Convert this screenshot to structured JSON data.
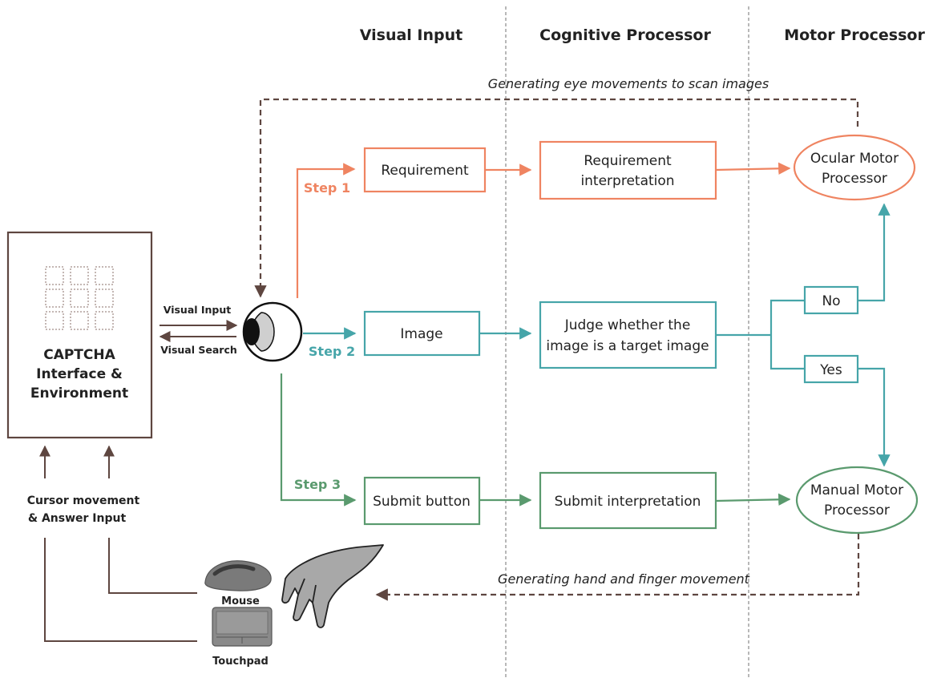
{
  "columns": {
    "visual_input": "Visual Input",
    "cognitive": "Cognitive Processor",
    "motor": "Motor Processor"
  },
  "annotations": {
    "eye_movements": "Generating eye movements to scan images",
    "hand_movement": "Generating hand and finger movement"
  },
  "captcha": {
    "line1": "CAPTCHA",
    "line2": "Interface &",
    "line3": "Environment"
  },
  "visual_link": {
    "input": "Visual Input",
    "search": "Visual Search"
  },
  "steps": {
    "step1": "Step 1",
    "step2": "Step 2",
    "step3": "Step 3"
  },
  "boxes": {
    "requirement": "Requirement",
    "requirement_interp_1": "Requirement",
    "requirement_interp_2": "interpretation",
    "image": "Image",
    "judge_1": "Judge whether the",
    "judge_2": "image is a target image",
    "submit_button": "Submit button",
    "submit_interp": "Submit interpretation",
    "no": "No",
    "yes": "Yes"
  },
  "processors": {
    "ocular_1": "Ocular Motor",
    "ocular_2": "Processor",
    "manual_1": "Manual Motor",
    "manual_2": "Processor"
  },
  "inputs": {
    "cursor_1": "Cursor movement",
    "cursor_2": "& Answer Input",
    "mouse": "Mouse",
    "touchpad": "Touchpad"
  },
  "colors": {
    "step1": "#ef8461",
    "step2": "#46a5a9",
    "step3": "#5a9a6e",
    "brown": "#5e4640",
    "divider": "#888888"
  }
}
